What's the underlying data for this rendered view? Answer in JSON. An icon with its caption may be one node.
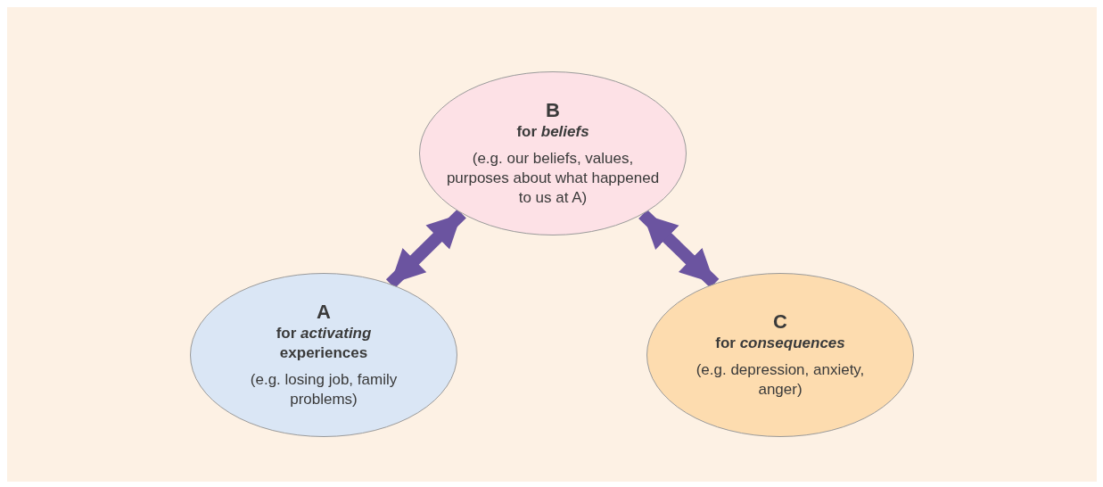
{
  "diagram": {
    "nodes": [
      {
        "text": [
          "B",
          "for *beliefs*",
          "(e.g. our beliefs, values, purposes about what happened to us at A)"
        ]
      },
      {
        "text": [
          "A",
          "for *activating* experiences",
          "(e.g. losing job, family problems)"
        ]
      },
      {
        "text": [
          "C",
          "for *consequences*",
          "(e.g. depression, anxiety, anger)"
        ]
      }
    ],
    "edges": [
      {
        "from": 1,
        "to": 0,
        "arrow": "both"
      },
      {
        "from": 0,
        "to": 2,
        "arrow": "both"
      }
    ]
  }
}
